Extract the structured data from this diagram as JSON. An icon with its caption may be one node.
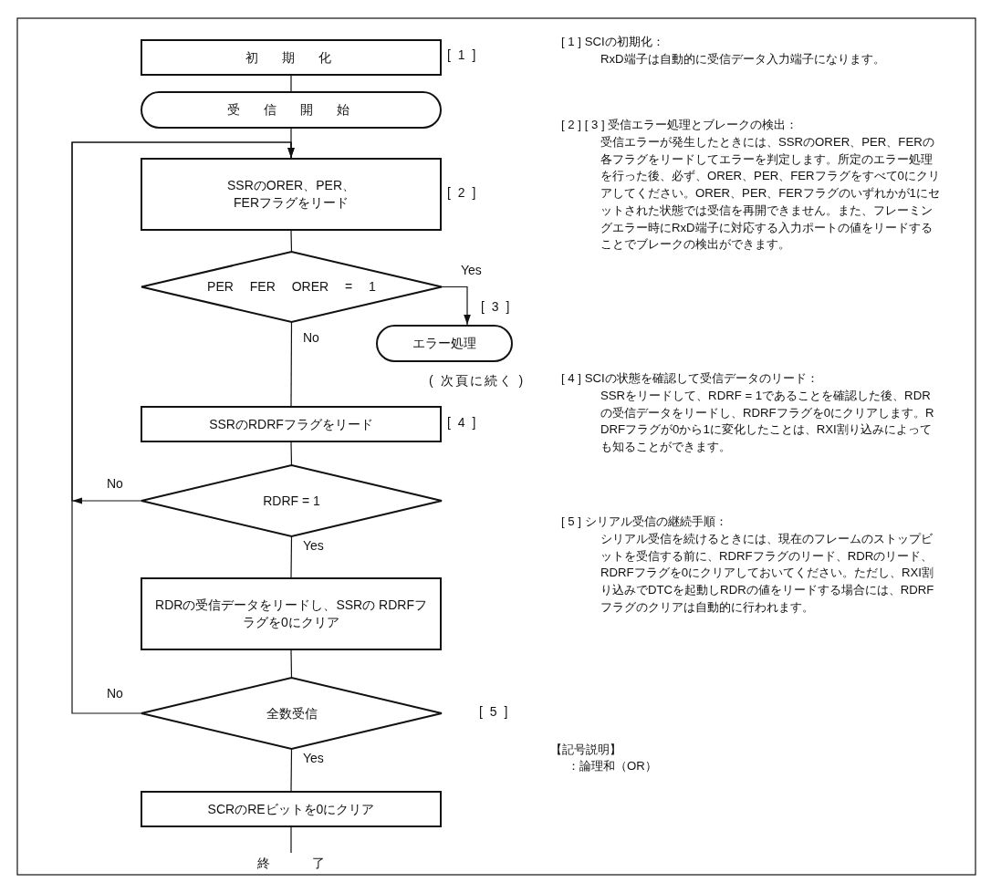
{
  "diagram": {
    "nodes": [
      {
        "text": [
          "初 期 化"
        ],
        "beside": [
          "[ 1 ]"
        ]
      },
      {
        "text": [
          "受 信 開 始"
        ]
      },
      {
        "text": [
          "SSRのORER、PER、 FERフラグをリード"
        ],
        "beside": [
          "[ 2 ]"
        ]
      },
      {
        "text": [
          "PER FER ORER = 1"
        ]
      },
      {
        "text": [
          "エラー処理"
        ],
        "beside": [
          "[ 3 ]",
          "( 次頁に続く )"
        ]
      },
      {
        "text": [
          "SSRのRDRFフラグをリード"
        ],
        "beside": [
          "[ 4 ]"
        ]
      },
      {
        "text": [
          "RDRF = 1"
        ]
      },
      {
        "text": [
          "RDRの受信データをリードし、SSRの RDRFフラグを0にクリア"
        ]
      },
      {
        "text": [
          "全数受信"
        ],
        "beside": [
          "[ 5 ]"
        ]
      },
      {
        "text": [
          "SCRのREビットを0にクリア"
        ]
      },
      {
        "text": [
          "終 了"
        ]
      }
    ],
    "edges": [
      {
        "from": 0,
        "to": 1,
        "arrow": "none"
      },
      {
        "from": 1,
        "to": 2,
        "arrow": "none"
      },
      {
        "from": 2,
        "to": 3,
        "arrow": "none"
      },
      {
        "from": 3,
        "to": 4,
        "arrow": "to",
        "label": "Yes"
      },
      {
        "from": 3,
        "to": 5,
        "arrow": "none",
        "label": "No"
      },
      {
        "from": 5,
        "to": 6,
        "arrow": "none"
      },
      {
        "from": 6,
        "to": 7,
        "arrow": "none",
        "label": "Yes"
      },
      {
        "from": 6,
        "to": 2,
        "arrow": "to",
        "label": "No"
      },
      {
        "from": 7,
        "to": 8,
        "arrow": "none"
      },
      {
        "from": 8,
        "to": 9,
        "arrow": "none",
        "label": "Yes"
      },
      {
        "from": 8,
        "to": 2,
        "arrow": "to",
        "label": "No"
      },
      {
        "from": 9,
        "to": 10,
        "arrow": "none"
      }
    ],
    "labels": [
      "[ 1 ] SCIの初期化：",
      "RxD端子は自動的に受信データ入力端子になります。",
      "[ 2 ] [ 3 ] 受信エラー処理とブレークの検出：",
      "受信エラーが発生したときには、SSRのORER、PER、FERの各フラグをリードしてエラーを判定します。所定のエラー処理を行った後、必ず、ORER、PER、FERフラグをすべて0にクリアしてください。ORER、PER、FERフラグのいずれかが1にセットされた状態では受信を再開できません。また、フレーミングエラー時にRxD端子に対応する入力ポートの値をリードすることでブレークの検出ができます。",
      "[ 4 ] SCIの状態を確認して受信データのリード：",
      "SSRをリードして、RDRF = 1であることを確認した後、RDRの受信データをリードし、RDRFフラグを0にクリアします。RDRFフラグが0から1に変化したことは、RXI割り込みによっても知ることができます。",
      "[ 5 ] シリアル受信の継続手順：",
      "シリアル受信を続けるときには、現在のフレームのストップビットを受信する前に、RDRFフラグのリード、RDRのリード、RDRFフラグを0にクリアしておいてください。ただし、RXI割り込みでDTCを起動しRDRの値をリードする場合には、RDRFフラグのクリアは自動的に行われます。",
      "【記号説明】",
      "：論理和（OR）"
    ]
  }
}
